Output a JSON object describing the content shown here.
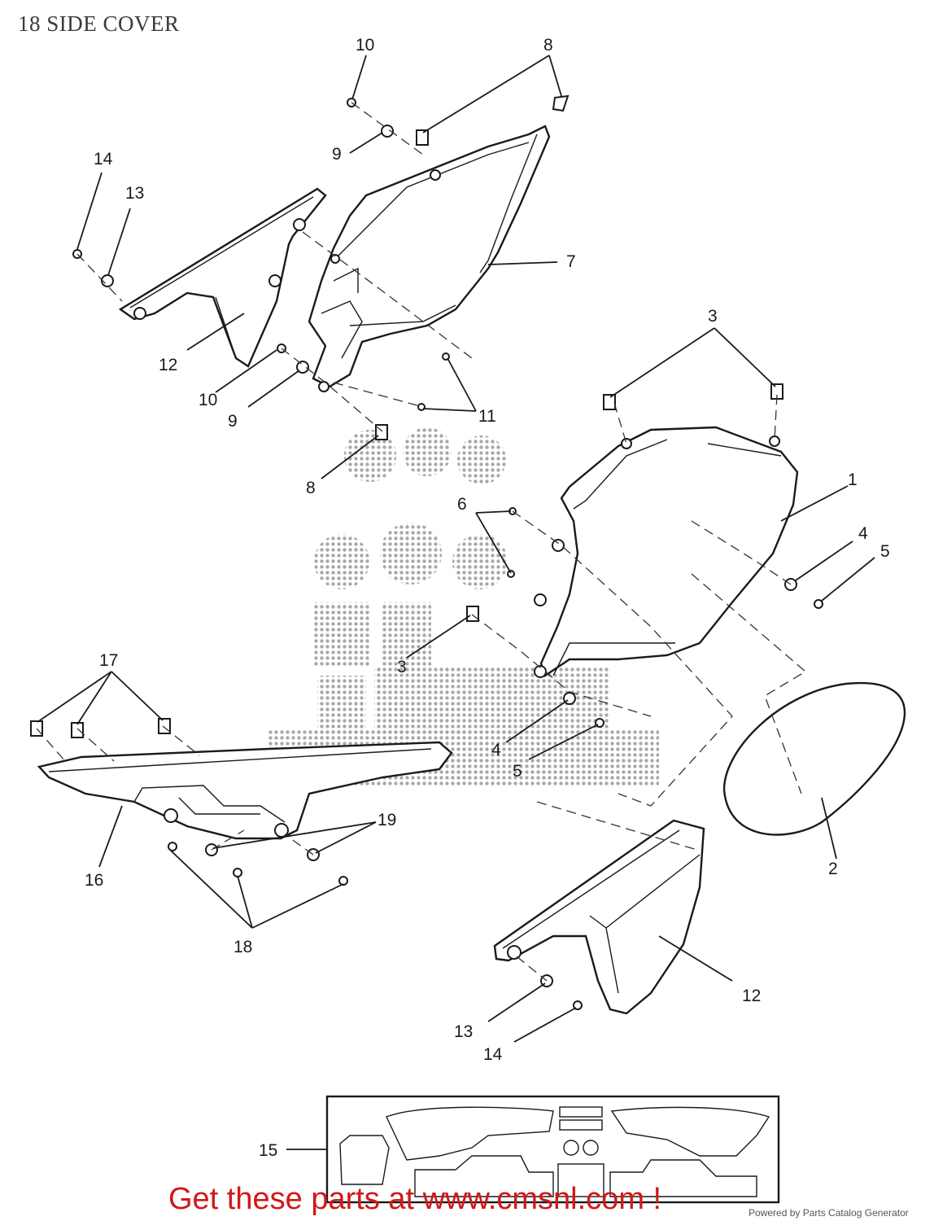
{
  "page_title": "18 SIDE COVER",
  "callouts": {
    "c1": "1",
    "c2": "2",
    "c3a": "3",
    "c3b": "3",
    "c4a": "4",
    "c4b": "4",
    "c5a": "5",
    "c5b": "5",
    "c6": "6",
    "c7": "7",
    "c8a": "8",
    "c8b": "8",
    "c9a": "9",
    "c9b": "9",
    "c10a": "10",
    "c10b": "10",
    "c11": "11",
    "c12a": "12",
    "c12b": "12",
    "c13a": "13",
    "c13b": "13",
    "c14a": "14",
    "c14b": "14",
    "c15": "15",
    "c16": "16",
    "c17": "17",
    "c18": "18",
    "c19": "19"
  },
  "footer": {
    "cta": "Get these parts at www.cmsnl.com !",
    "powered": "Powered by Parts Catalog Generator"
  },
  "colors": {
    "cta": "#d11818",
    "line": "#1a1a1a",
    "watermark": "#9a9a9a"
  }
}
